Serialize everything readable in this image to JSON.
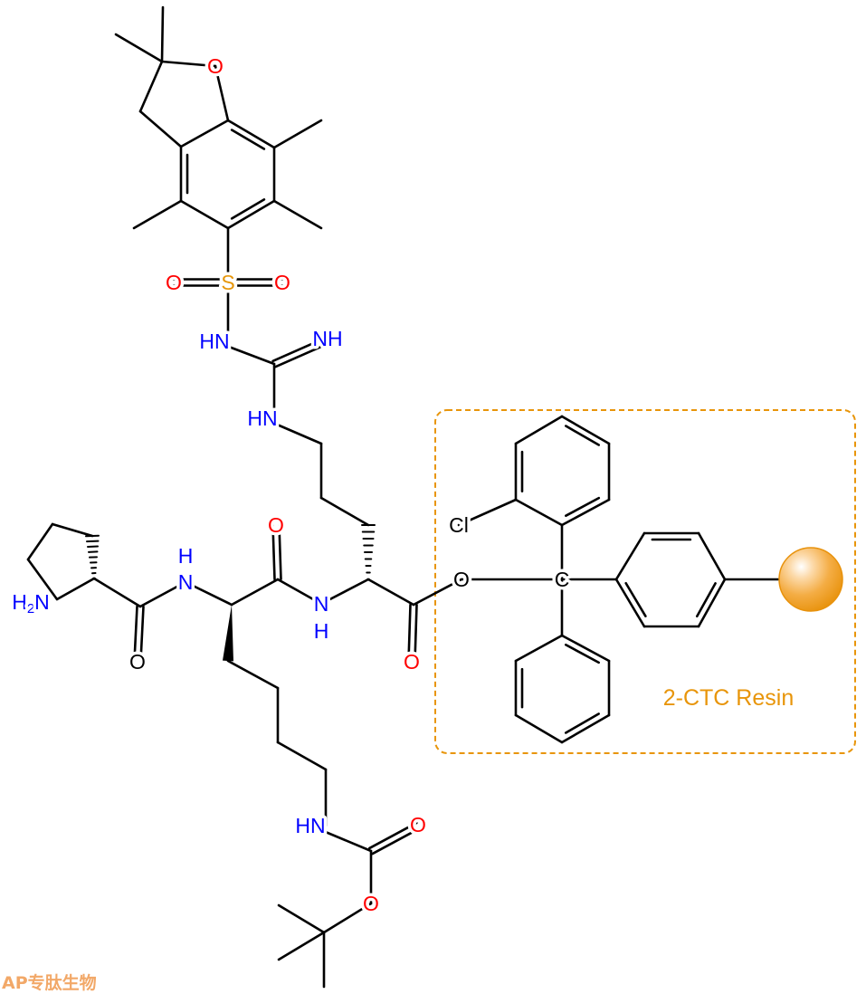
{
  "title": "H-D-Pro-Lys(Boc)-D-Arg(Pbf)-2-CTC Resin",
  "colors": {
    "nitrogen": "#0000ff",
    "oxygen": "#ff0000",
    "sulfur": "#e6960a",
    "resin": "#e8950a",
    "bond": "#000000"
  },
  "atoms": {
    "o_furan": "O",
    "o_s1": "O",
    "s": "S",
    "o_s2": "O",
    "hn_sulfonyl": "HN",
    "nh_imine": "NH",
    "hn_guan": "HN",
    "h2n_h": "H",
    "h2n_2": "2",
    "h2n_n": "N",
    "n_amide1": "N",
    "h_amide1": "H",
    "o_amide1": "O",
    "o_pro": "O",
    "n_amide2": "N",
    "h_amide2": "H",
    "o_arg": "O",
    "o_ester": "O",
    "c_trityl": "C",
    "cl": "Cl",
    "hn_boc": "HN",
    "o_boc_carbonyl": "O",
    "o_boc_ether": "O"
  },
  "resin_label": "2-CTC Resin",
  "watermark": "AP专肽生物"
}
